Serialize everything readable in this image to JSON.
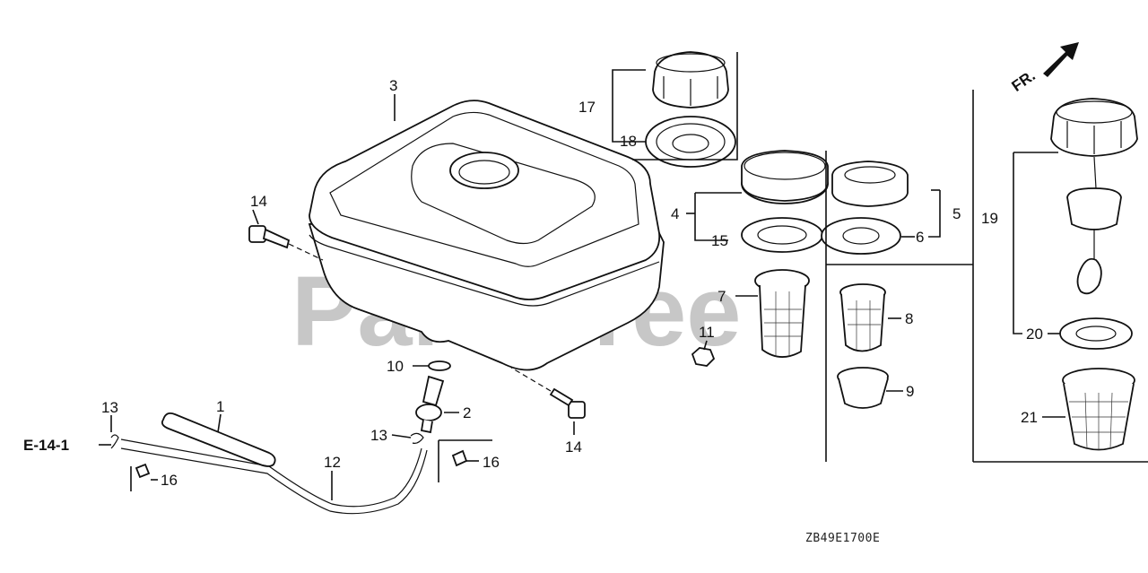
{
  "watermark": "PartsTree",
  "front_indicator": "FR.",
  "reference_code": "E-14-1",
  "diagram_code": "ZB49E1700E",
  "callouts": {
    "p1": "1",
    "p2": "2",
    "p3": "3",
    "p4": "4",
    "p5": "5",
    "p6": "6",
    "p7": "7",
    "p8": "8",
    "p9": "9",
    "p10": "10",
    "p11": "11",
    "p12": "12",
    "p13a": "13",
    "p13b": "13",
    "p14a": "14",
    "p14b": "14",
    "p15": "15",
    "p16a": "16",
    "p16b": "16",
    "p17": "17",
    "p18": "18",
    "p19": "19",
    "p20": "20",
    "p21": "21"
  }
}
